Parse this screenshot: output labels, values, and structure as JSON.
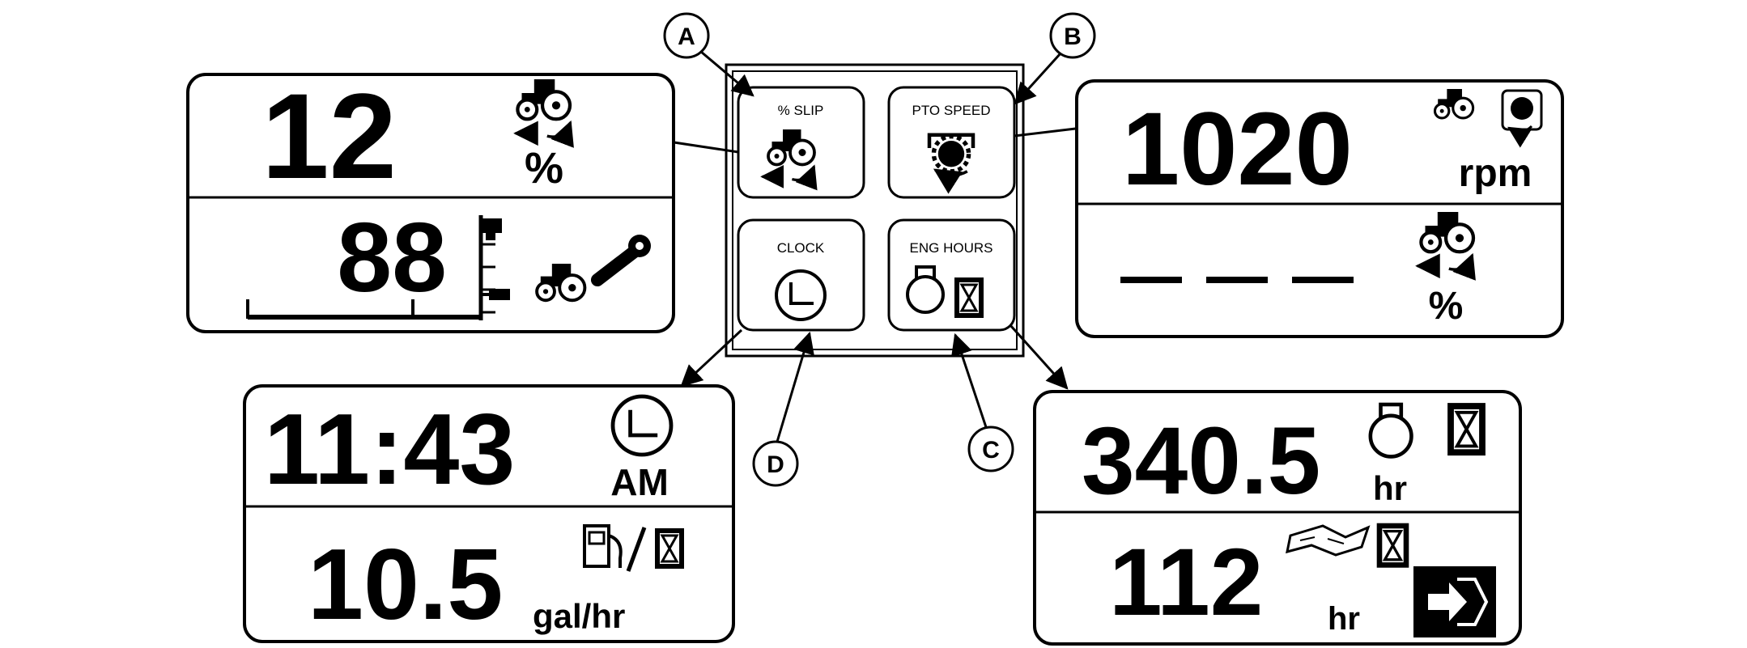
{
  "callouts": {
    "a": "A",
    "b": "B",
    "c": "C",
    "d": "D"
  },
  "buttons": {
    "slip": "% SLIP",
    "pto": "PTO SPEED",
    "clock": "CLOCK",
    "eng": "ENG HOURS"
  },
  "slip_display": {
    "value": "12",
    "unit": "%",
    "sub_value": "88"
  },
  "pto_display": {
    "value": "1020",
    "unit": "rpm",
    "slip_unit": "%"
  },
  "clock_display": {
    "time": "11:43",
    "meridiem": "AM",
    "fuel_rate": "10.5",
    "fuel_unit": "gal/hr"
  },
  "eng_display": {
    "hours": "340.5",
    "hours_unit": "hr",
    "service_hours": "112",
    "service_unit": "hr"
  },
  "icons": [
    "tractor-wheel-slip-icon",
    "pto-shaft-icon",
    "clock-icon",
    "engine-hourglass-icon",
    "fuel-pump-icon",
    "hourglass-icon",
    "service-manual-icon",
    "enter-arrow-icon",
    "implement-depth-icon"
  ]
}
